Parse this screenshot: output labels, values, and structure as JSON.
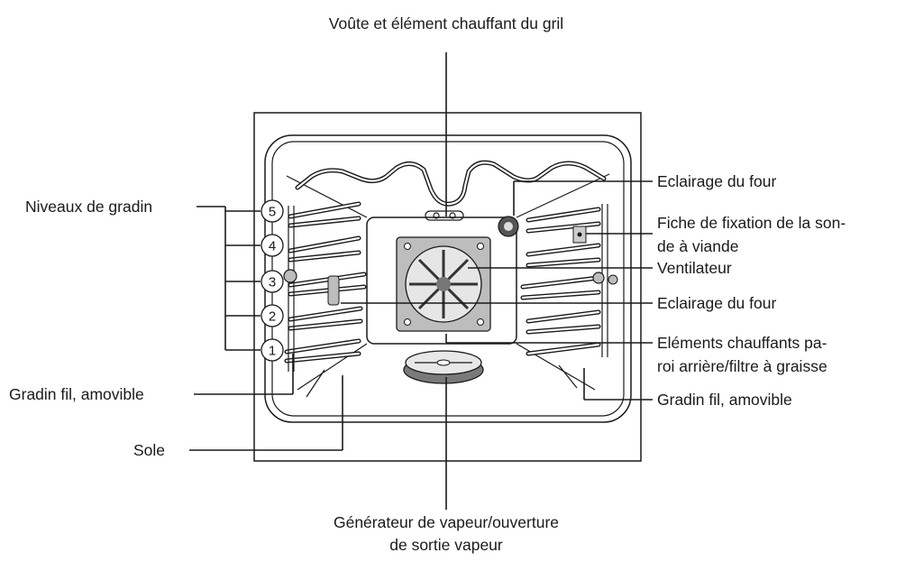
{
  "labels": {
    "top": "Voûte et élément chauffant du gril",
    "shelf_levels": "Niveaux de gradin",
    "wire_rack_left": "Gradin fil, amovible",
    "floor": "Sole",
    "oven_light_top": "Eclairage du four",
    "probe_socket_line1": "Fiche de fixation de la son-",
    "probe_socket_line2": "de à viande",
    "fan": "Ventilateur",
    "oven_light_mid": "Eclairage du four",
    "rear_heating_line1": "Eléments chauffants pa-",
    "rear_heating_line2": "roi arrière/filtre à graisse",
    "wire_rack_right": "Gradin fil, amovible",
    "steam_line1": "Générateur de vapeur/ouverture",
    "steam_line2": "de sortie vapeur"
  },
  "shelf_numbers": [
    "5",
    "4",
    "3",
    "2",
    "1"
  ]
}
